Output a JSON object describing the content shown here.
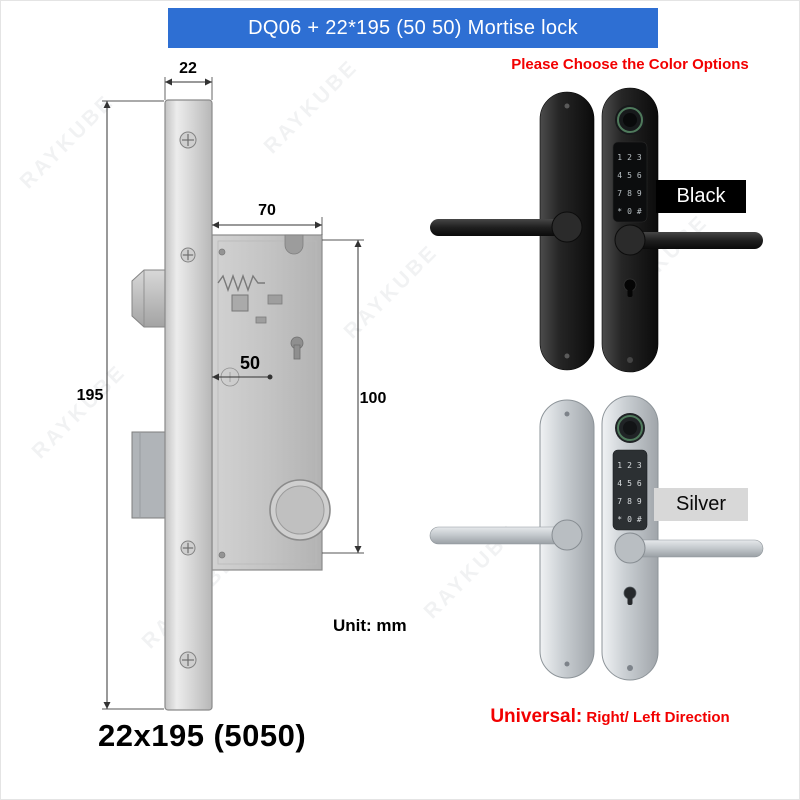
{
  "watermark": "RAYKUBE",
  "banner": {
    "title": "DQ06 + 22*195 (50 50) Mortise lock",
    "bg_color": "#2e6fd3",
    "text_color": "#ffffff"
  },
  "drawing": {
    "dims": {
      "faceplate_width": "22",
      "faceplate_height": "195",
      "body_width": "70",
      "backset": "50",
      "center_distance": "100"
    },
    "unit_label": "Unit: mm",
    "size_label": "22x195 (5050)"
  },
  "options": {
    "heading": "Please Choose the Color Options",
    "heading_color": "#f20000",
    "variants": [
      {
        "label": "Black",
        "swatch": "#000000"
      },
      {
        "label": "Silver",
        "swatch": "#d8d8d8"
      }
    ],
    "universal": {
      "prefix": "Universal:",
      "text": " Right/ Left Direction",
      "color": "#f20000"
    }
  },
  "keypad": {
    "row0": "123",
    "row1": "456",
    "row2": "789",
    "row3": "*0#"
  }
}
